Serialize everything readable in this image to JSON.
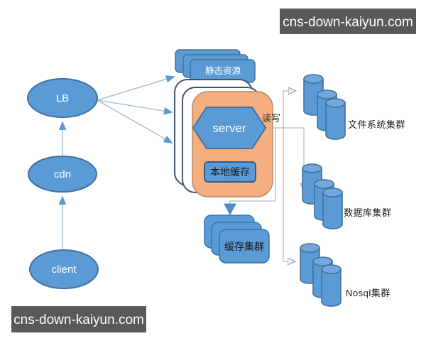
{
  "banners": {
    "top_right": "cns-down-kaiyun.com",
    "bottom_left": "cns-down-kaiyun.com"
  },
  "nodes": {
    "lb": "LB",
    "cdn": "cdn",
    "client": "client",
    "static_resources": "静态资源",
    "server": "server",
    "local_cache": "本地缓存",
    "read_write": "读写",
    "cache_cluster": "缓存集群"
  },
  "clusters": {
    "file_system": "文件系统集群",
    "database": "数据库集群",
    "nosql": "Nosql集群"
  },
  "colors": {
    "shape_blue": "#5B9BD5",
    "shape_blue_border": "#41719C",
    "cylinder_top": "#71A9DE",
    "orange_fill": "#F4AE80",
    "orange_border": "#B9875F",
    "stack_border": "#44546A",
    "banner_bg": "#58595B",
    "connector_blue": "#A9C0D6",
    "connector_gray": "#B3BCC4"
  }
}
